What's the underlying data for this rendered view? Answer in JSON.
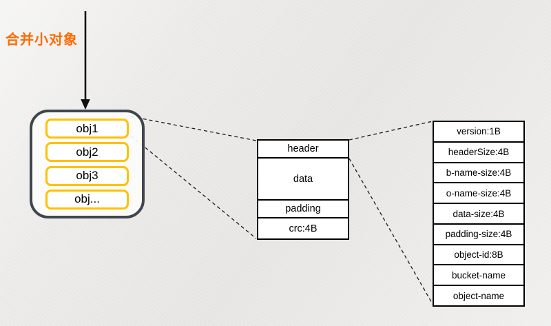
{
  "title": {
    "label": "合并小对象"
  },
  "colors": {
    "accent": "#FF6A00",
    "gold": "#FFC000",
    "container-border": "#3F464C",
    "line": "#1A1A1A",
    "canvas-bg": "#ECEBE9"
  },
  "object_group": {
    "items": [
      "obj1",
      "obj2",
      "obj3",
      "obj..."
    ]
  },
  "merged_block": {
    "rows": [
      "header",
      "data",
      "padding",
      "crc:4B"
    ]
  },
  "header_block": {
    "rows": [
      "version:1B",
      "headerSize:4B",
      "b-name-size:4B",
      "o-name-size:4B",
      "data-size:4B",
      "padding-size:4B",
      "object-id:8B",
      "bucket-name",
      "object-name"
    ]
  }
}
